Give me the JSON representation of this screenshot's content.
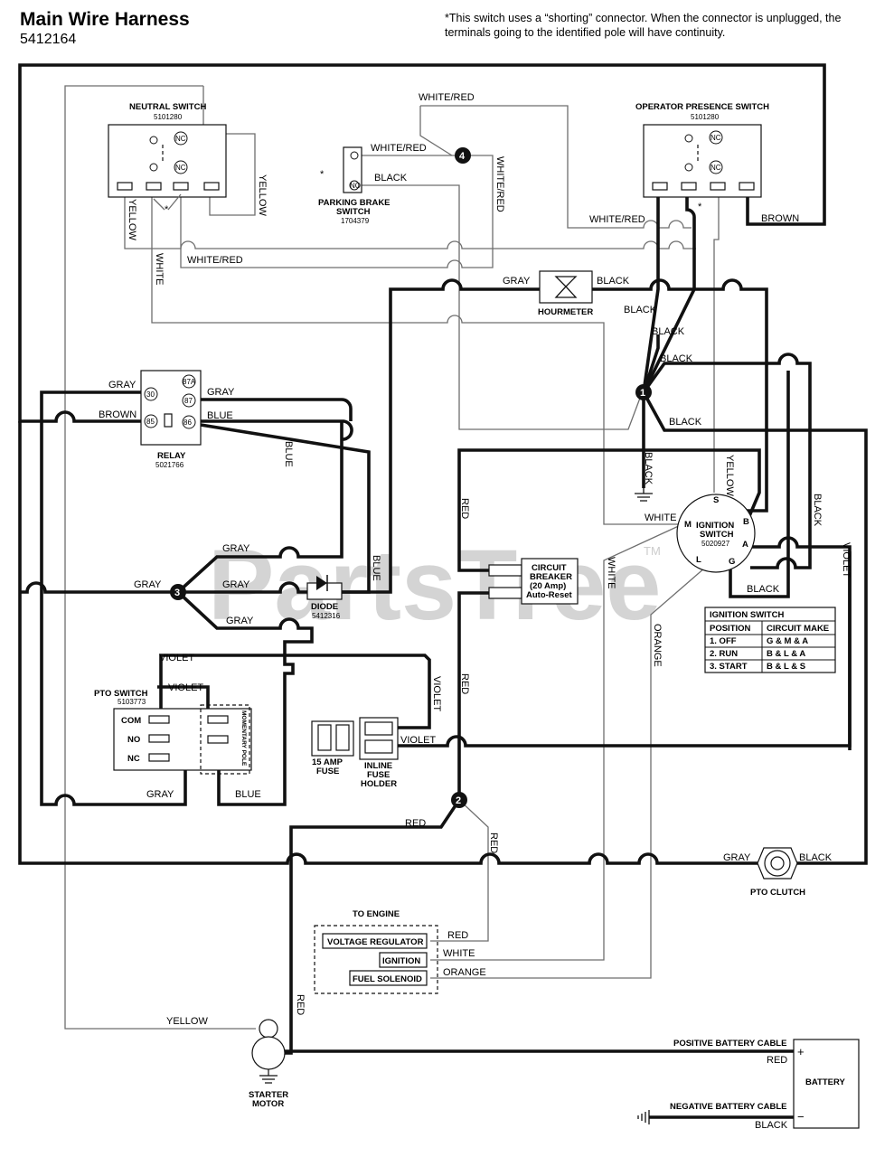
{
  "header": {
    "title": "Main Wire Harness",
    "part_number": "5412164",
    "note": "*This switch uses a “shorting” connector. When the connector is unplugged, the terminals going to the identified pole will have continuity."
  },
  "watermark": "PartsTree",
  "watermark_tm": "TM",
  "components": {
    "neutral_switch": {
      "name": "NEUTRAL SWITCH",
      "part": "5101280"
    },
    "operator_switch": {
      "name": "OPERATOR PRESENCE SWITCH",
      "part": "5101280"
    },
    "parking_brake": {
      "name1": "PARKING BRAKE",
      "name2": "SWITCH",
      "part": "1704379"
    },
    "hourmeter": {
      "name": "HOURMETER"
    },
    "relay": {
      "name": "RELAY",
      "part": "5021766",
      "pins": [
        "30",
        "87A",
        "87",
        "85",
        "86"
      ]
    },
    "diode": {
      "name": "DIODE",
      "part": "5412316"
    },
    "circuit_breaker": {
      "l1": "CIRCUIT",
      "l2": "BREAKER",
      "l3": "(20 Amp)",
      "l4": "Auto-Reset"
    },
    "ignition_switch": {
      "l1": "IGNITION",
      "l2": "SWITCH",
      "part": "5020927",
      "terminals": [
        "S",
        "M",
        "B",
        "A",
        "L",
        "G"
      ]
    },
    "pto_switch": {
      "name": "PTO SWITCH",
      "part": "5103773",
      "com": "COM",
      "no": "NO",
      "nc": "NC",
      "pole": "MOMENTARY POLE"
    },
    "fuse": {
      "l1": "15 AMP",
      "l2": "FUSE"
    },
    "fuse_holder": {
      "l1": "INLINE",
      "l2": "FUSE",
      "l3": "HOLDER"
    },
    "pto_clutch": {
      "name": "PTO CLUTCH"
    },
    "engine": {
      "title": "TO ENGINE",
      "vr": "VOLTAGE REGULATOR",
      "ign": "IGNITION",
      "fs": "FUEL SOLENOID"
    },
    "starter": {
      "l1": "STARTER",
      "l2": "MOTOR"
    },
    "battery": {
      "name": "BATTERY",
      "pos_cable": "POSITIVE BATTERY CABLE",
      "neg_cable": "NEGATIVE BATTERY CABLE",
      "plus": "+",
      "minus": "−"
    },
    "nc": "NC",
    "no": "NO",
    "star": "*"
  },
  "nodes": [
    "1",
    "2",
    "3",
    "4"
  ],
  "ignition_table": {
    "title": "IGNITION SWITCH",
    "headers": [
      "POSITION",
      "CIRCUIT MAKE"
    ],
    "rows": [
      [
        "1. OFF",
        "G & M & A"
      ],
      [
        "2. RUN",
        "B & L & A"
      ],
      [
        "3. START",
        "B & L & S"
      ]
    ]
  },
  "wire_labels": {
    "white_red": "WHITE/RED",
    "black": "BLACK",
    "brown": "BROWN",
    "yellow": "YELLOW",
    "white": "WHITE",
    "gray": "GRAY",
    "blue": "BLUE",
    "red": "RED",
    "violet": "VIOLET",
    "orange": "ORANGE"
  }
}
